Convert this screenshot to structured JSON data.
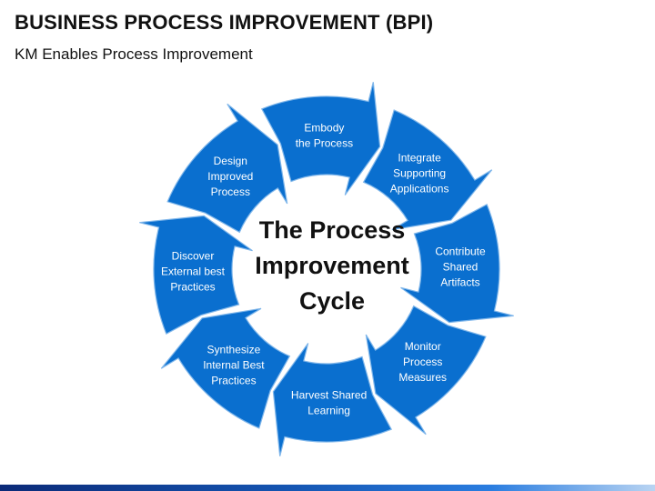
{
  "header": {
    "title": "BUSINESS PROCESS IMPROVEMENT (BPI)",
    "subtitle": "KM Enables Process Improvement"
  },
  "cycle": {
    "center_lines": [
      "The Process",
      "Improvement",
      "Cycle"
    ],
    "segments": [
      {
        "name": "segment-embody",
        "lines": [
          "Embody",
          "the Process"
        ]
      },
      {
        "name": "segment-integrate",
        "lines": [
          "Integrate",
          "Supporting",
          "Applications"
        ]
      },
      {
        "name": "segment-contribute",
        "lines": [
          "Contribute",
          "Shared",
          "Artifacts"
        ]
      },
      {
        "name": "segment-monitor",
        "lines": [
          "Monitor",
          "Process",
          "Measures"
        ]
      },
      {
        "name": "segment-harvest",
        "lines": [
          "Harvest Shared",
          "Learning"
        ]
      },
      {
        "name": "segment-synthesize",
        "lines": [
          "Synthesize",
          "Internal Best",
          "Practices"
        ]
      },
      {
        "name": "segment-discover",
        "lines": [
          "Discover",
          "External best",
          "Practices"
        ]
      },
      {
        "name": "segment-design",
        "lines": [
          "Design",
          "Improved",
          "Process"
        ]
      }
    ]
  },
  "colors": {
    "ring": "#0a6fcf",
    "ring_stroke": "#7fb6ea",
    "segment_text": "#ffffff",
    "center_text": "#111111"
  }
}
